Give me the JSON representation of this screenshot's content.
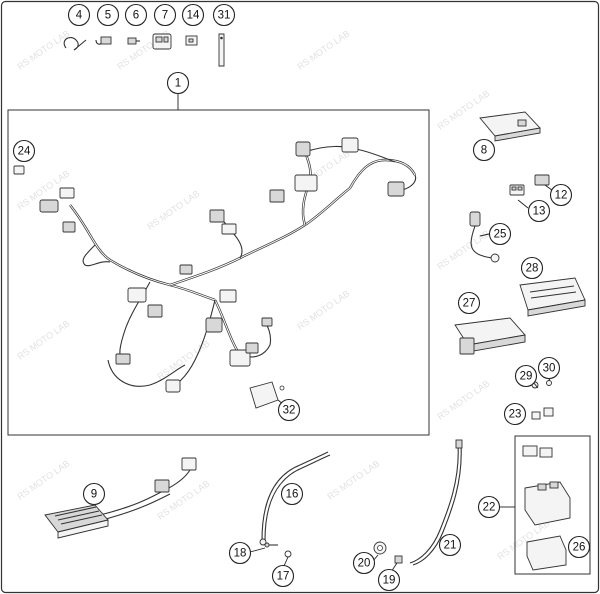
{
  "callouts": [
    {
      "id": "c4",
      "label": "4"
    },
    {
      "id": "c5",
      "label": "5"
    },
    {
      "id": "c6",
      "label": "6"
    },
    {
      "id": "c7",
      "label": "7"
    },
    {
      "id": "c14",
      "label": "14"
    },
    {
      "id": "c31",
      "label": "31"
    },
    {
      "id": "c1",
      "label": "1"
    },
    {
      "id": "c24",
      "label": "24"
    },
    {
      "id": "c8",
      "label": "8"
    },
    {
      "id": "c12",
      "label": "12"
    },
    {
      "id": "c13",
      "label": "13"
    },
    {
      "id": "c25",
      "label": "25"
    },
    {
      "id": "c28",
      "label": "28"
    },
    {
      "id": "c27",
      "label": "27"
    },
    {
      "id": "c29",
      "label": "29"
    },
    {
      "id": "c30",
      "label": "30"
    },
    {
      "id": "c23",
      "label": "23"
    },
    {
      "id": "c32",
      "label": "32"
    },
    {
      "id": "c9",
      "label": "9"
    },
    {
      "id": "c16",
      "label": "16"
    },
    {
      "id": "c18",
      "label": "18"
    },
    {
      "id": "c17",
      "label": "17"
    },
    {
      "id": "c20",
      "label": "20"
    },
    {
      "id": "c19",
      "label": "19"
    },
    {
      "id": "c21",
      "label": "21"
    },
    {
      "id": "c22",
      "label": "22"
    },
    {
      "id": "c26",
      "label": "26"
    }
  ],
  "watermark": "RS MOTO LAB"
}
